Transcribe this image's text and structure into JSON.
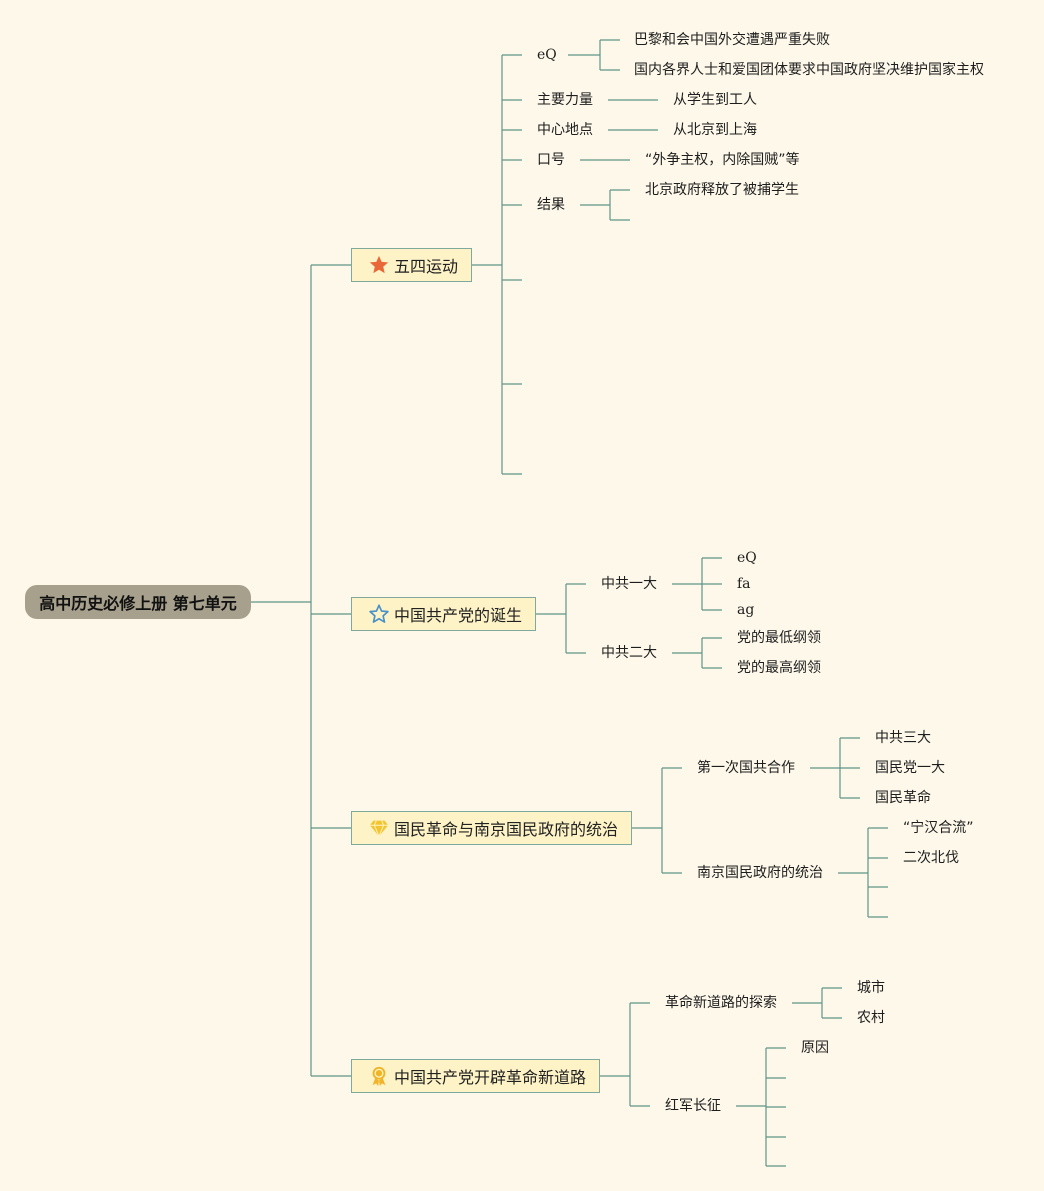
{
  "root": "高中历史必修上册 第七单元",
  "branches": [
    {
      "label": "五四运动",
      "icon": "star-filled-icon",
      "children": [
        {
          "label": "eQ",
          "leaves": [
            "巴黎和会中国外交遭遇严重失败",
            "国内各界人士和爱国团体要求中国政府坚决维护国家主权"
          ]
        },
        {
          "label": "主要力量",
          "leaves": [
            "从学生到工人"
          ]
        },
        {
          "label": "中心地点",
          "leaves": [
            "从北京到上海"
          ]
        },
        {
          "label": "口号",
          "leaves": [
            "“外争主权，内除国贼”等"
          ]
        },
        {
          "label": "结果",
          "leaves": [
            "北京政府释放了被捕学生"
          ]
        }
      ]
    },
    {
      "label": "中国共产党的诞生",
      "icon": "star-outline-icon",
      "children": [
        {
          "label": "中共一大",
          "leaves": [
            "eQ",
            "fa",
            "ag"
          ]
        },
        {
          "label": "中共二大",
          "leaves": [
            "党的最低纲领",
            "党的最高纲领"
          ]
        }
      ]
    },
    {
      "label": "国民革命与南京国民政府的统治",
      "icon": "diamond-icon",
      "children": [
        {
          "label": "第一次国共合作",
          "leaves": [
            "中共三大",
            "国民党一大",
            "国民革命"
          ]
        },
        {
          "label": "南京国民政府的统治",
          "leaves": [
            "“宁汉合流”",
            "二次北伐"
          ]
        }
      ]
    },
    {
      "label": "中国共产党开辟革命新道路",
      "icon": "medal-icon",
      "children": [
        {
          "label": "革命新道路的探索",
          "leaves": [
            "城市",
            "农村"
          ]
        },
        {
          "label": "红军长征",
          "leaves": [
            "原因"
          ]
        }
      ]
    }
  ],
  "colors": {
    "background": "#fdf8ea",
    "line": "#5f9488",
    "root_fill": "#a7a08c",
    "branch_fill": "#fdf3c6",
    "star_filled": "#e8683a",
    "star_outline": "#4a90c8",
    "diamond": "#f4c430",
    "medal": "#f0b429"
  }
}
